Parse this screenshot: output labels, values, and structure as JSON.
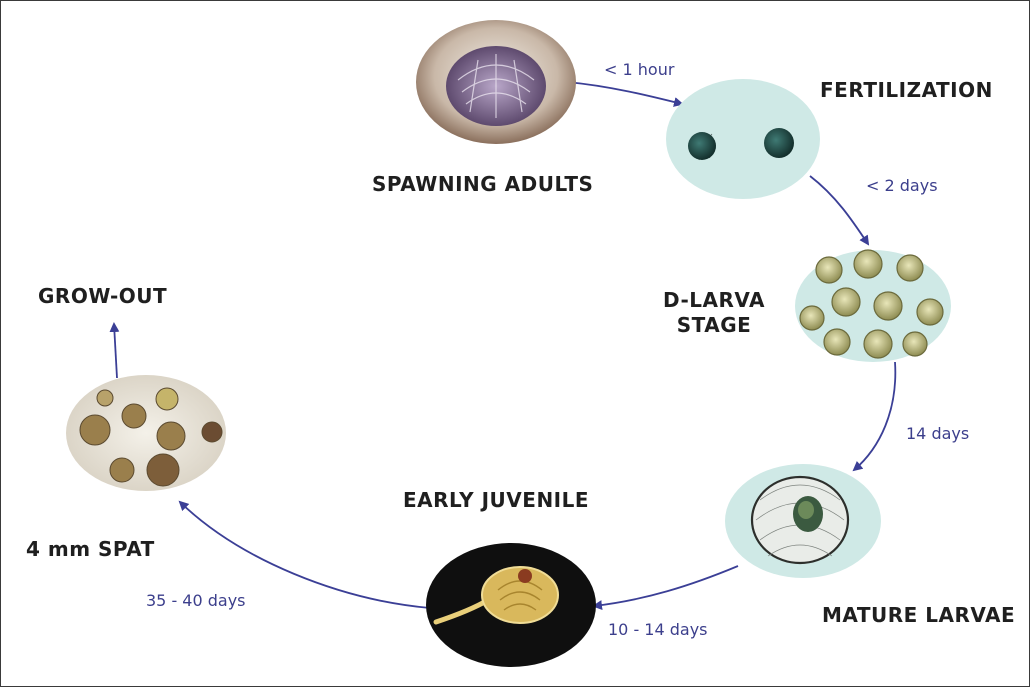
{
  "stages": {
    "spawning_adults": "SPAWNING ADULTS",
    "fertilization": "FERTILIZATION",
    "d_larva_line1": "D-LARVA",
    "d_larva_line2": "STAGE",
    "mature_larvae": "MATURE LARVAE",
    "early_juvenile": "EARLY JUVENILE",
    "spat": "4 mm SPAT",
    "grow_out": "GROW-OUT"
  },
  "durations": {
    "to_fertilization": "< 1 hour",
    "to_d_larva": "< 2 days",
    "to_mature_larvae": "14 days",
    "to_early_juvenile": "10 - 14  days",
    "to_spat": "35 - 40 days"
  },
  "colors": {
    "arrow": "#3b3f96",
    "stage_background": "#cfe9e6",
    "label_text": "#1f1f1f",
    "duration_text": "#3c3f8c"
  }
}
